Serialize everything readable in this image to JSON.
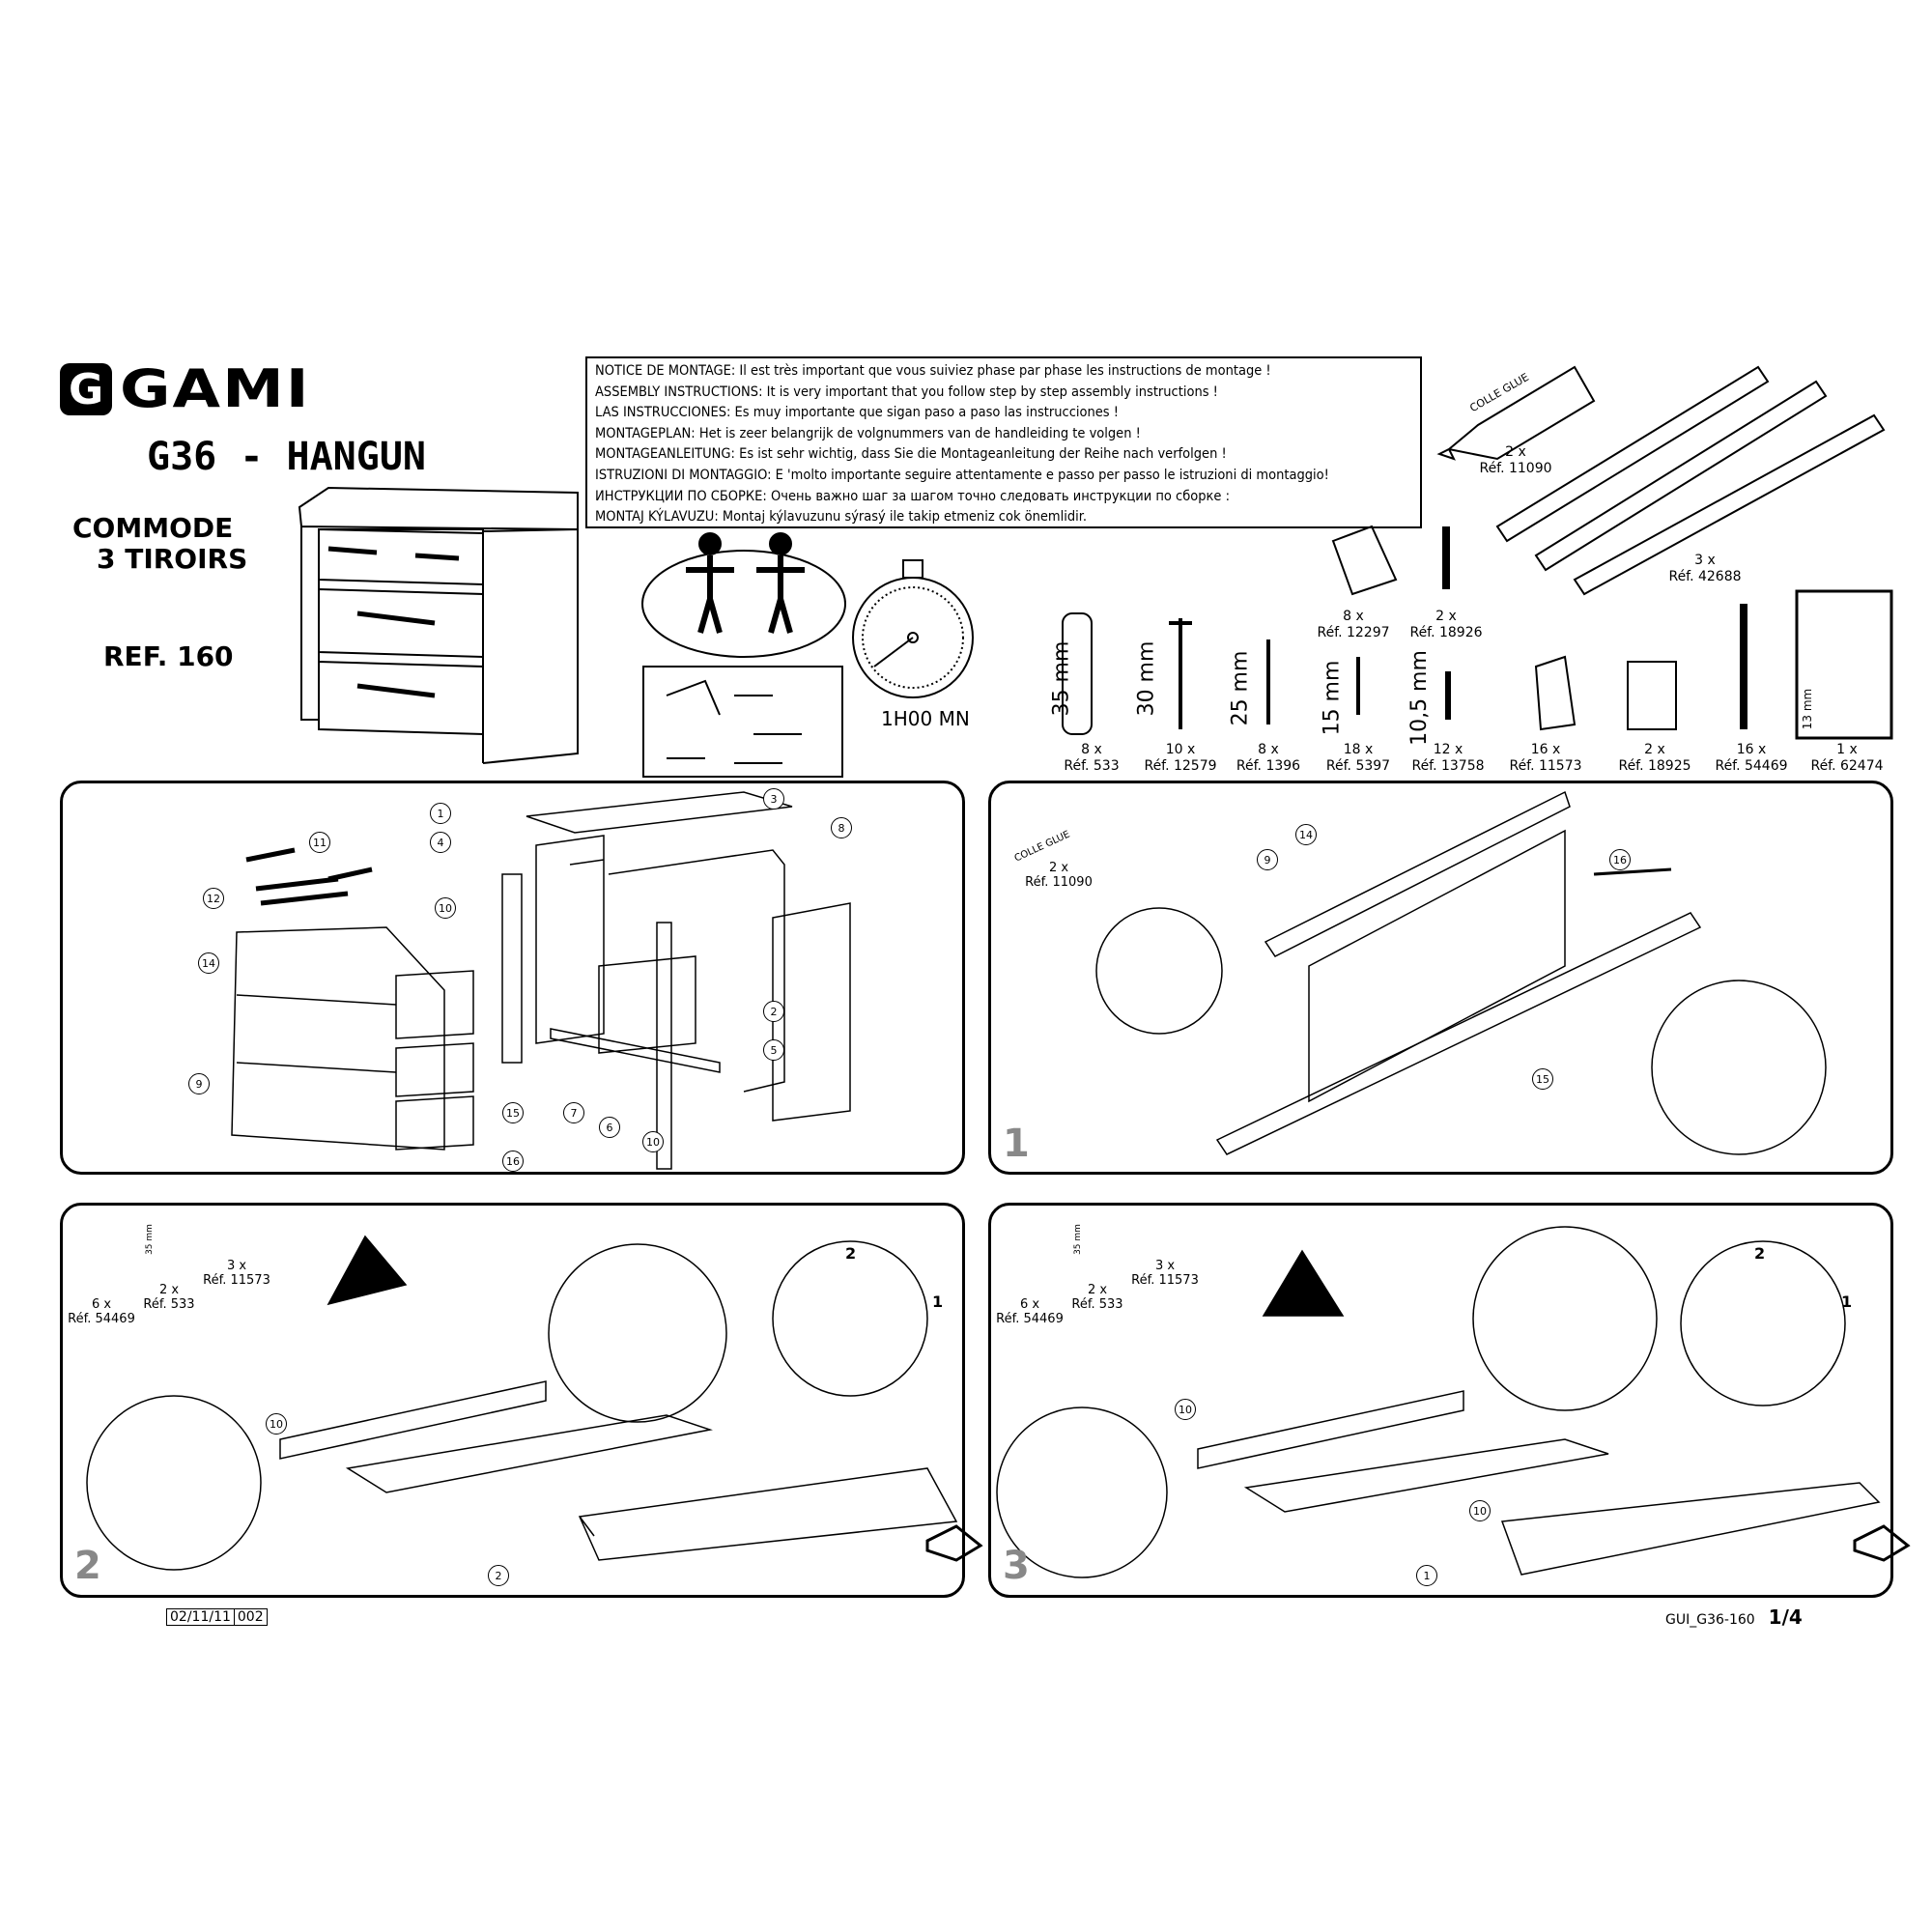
{
  "brand": {
    "logo_letter": "G",
    "logo_text": "GAMI"
  },
  "product": {
    "title": "G36 - HANGUN",
    "subtitle_line1": "COMMODE",
    "subtitle_line2": "3 TIROIRS",
    "reference": "REF. 160"
  },
  "notice": [
    "NOTICE DE MONTAGE: Il est très important que vous suiviez phase par phase les instructions de montage !",
    "ASSEMBLY INSTRUCTIONS: It is very important that you follow step by step assembly instructions !",
    "LAS INSTRUCCIONES: Es muy importante que sigan paso a paso las instrucciones !",
    "MONTAGEPLAN: Het is zeer belangrijk de volgnummers van de handleiding te volgen !",
    "MONTAGEANLEITUNG: Es ist sehr wichtig, dass Sie die Montageanleitung der Reihe nach verfolgen !",
    "ISTRUZIONI DI MONTAGGIO: E 'molto importante seguire attentamente e passo per passo le istruzioni di montaggio!",
    "ИНСТРУКЦИИ ПО СБОРКЕ: Очень важно шаг за шагом точно следовать инструкции по сборке :",
    "MONTAJ KÝLAVUZU: Montaj kýlavuzunu sýrasý ile takip etmeniz cok önemlidir."
  ],
  "time": "1H00 MN",
  "glue": {
    "label": "COLLE GLUE",
    "qty": "2 x",
    "ref": "Réf. 11090"
  },
  "hardware_top": [
    {
      "qty": "8 x",
      "ref": "Réf. 12297"
    },
    {
      "qty": "2 x",
      "ref": "Réf. 18926"
    },
    {
      "qty": "3 x",
      "ref": "Réf. 42688"
    }
  ],
  "hardware": [
    {
      "size": "35 mm",
      "qty": "8 x",
      "ref": "Réf. 533"
    },
    {
      "size": "30 mm",
      "qty": "10 x",
      "ref": "Réf. 12579"
    },
    {
      "size": "25 mm",
      "qty": "8 x",
      "ref": "Réf. 1396"
    },
    {
      "size": "15 mm",
      "qty": "18 x",
      "ref": "Réf. 5397"
    },
    {
      "size": "10,5 mm",
      "qty": "12 x",
      "ref": "Réf. 13758"
    },
    {
      "size": "",
      "qty": "16 x",
      "ref": "Réf. 11573"
    },
    {
      "size": "",
      "qty": "2 x",
      "ref": "Réf. 18925"
    },
    {
      "size": "",
      "qty": "16 x",
      "ref": "Réf. 54469"
    },
    {
      "size": "13 mm",
      "qty": "1 x",
      "ref": "Réf. 62474"
    }
  ],
  "overview_callouts": [
    "1",
    "2",
    "3",
    "4",
    "5",
    "6",
    "7",
    "8",
    "9",
    "10",
    "10",
    "11",
    "12",
    "14",
    "15",
    "16"
  ],
  "step1": {
    "number": "1",
    "callouts": [
      "9",
      "14",
      "16",
      "15"
    ]
  },
  "step2": {
    "number": "2",
    "parts": [
      {
        "qty": "6 x",
        "ref": "Réf. 54469"
      },
      {
        "qty": "2 x",
        "ref": "Réf. 533",
        "size": "35 mm"
      },
      {
        "qty": "3 x",
        "ref": "Réf. 11573"
      }
    ],
    "callouts": [
      "10",
      "2"
    ],
    "arrow_labels": [
      "2",
      "1"
    ]
  },
  "step3": {
    "number": "3",
    "parts": [
      {
        "qty": "6 x",
        "ref": "Réf. 54469"
      },
      {
        "qty": "2 x",
        "ref": "Réf. 533",
        "size": "35 mm"
      },
      {
        "qty": "3 x",
        "ref": "Réf. 11573"
      }
    ],
    "callouts": [
      "10",
      "1",
      "10"
    ],
    "arrow_labels": [
      "2",
      "1"
    ]
  },
  "footer": {
    "date": "02/11/11",
    "version": "002",
    "doc_code": "GUI_G36-160",
    "page": "1/4"
  }
}
